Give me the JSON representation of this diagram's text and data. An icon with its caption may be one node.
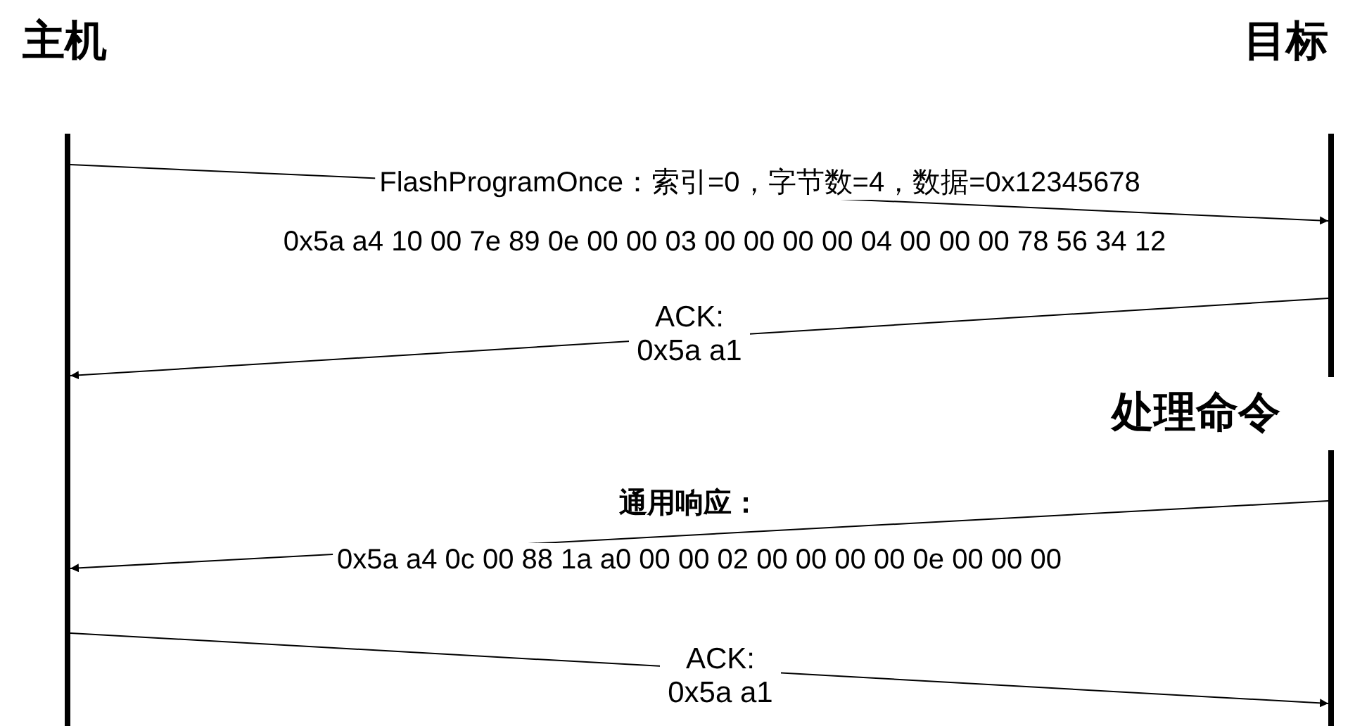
{
  "diagram": {
    "nodes": [
      {
        "text": [
          "主机"
        ]
      },
      {
        "text": [
          "目标"
        ]
      }
    ],
    "edges": [
      {
        "from": 0,
        "to": 1,
        "arrow": "to",
        "label": "FlashProgramOnce：索引=0，字节数=4，数据=0x12345678"
      },
      {
        "from": 1,
        "to": 0,
        "arrow": "to",
        "label": "ACK: 0x5a a1"
      },
      {
        "from": 1,
        "to": 0,
        "arrow": "to",
        "label": "通用响应："
      },
      {
        "from": 0,
        "to": 1,
        "arrow": "to",
        "label": "ACK: 0x5a a1"
      }
    ],
    "labels": [
      "0x5a a4 10 00 7e 89 0e 00 00 03 00 00 00 00 04 00 00 00 78 56 34 12",
      "处理命令",
      "0x5a a4 0c 00 88 1a a0 00 00 02 00 00 00 00 0e 00 00 00"
    ]
  }
}
